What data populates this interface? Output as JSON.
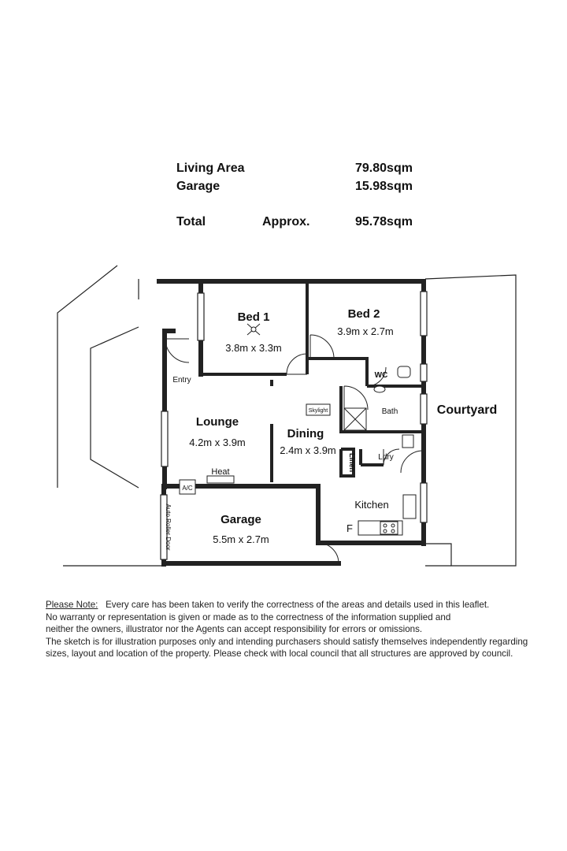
{
  "summary": {
    "living_label": "Living Area",
    "living_value": "79.80sqm",
    "garage_label": "Garage",
    "garage_value": "15.98sqm",
    "total_label": "Total",
    "approx_label": "Approx.",
    "total_value": "95.78sqm"
  },
  "rooms": {
    "bed1_name": "Bed 1",
    "bed1_size": "3.8m x 3.3m",
    "bed2_name": "Bed 2",
    "bed2_size": "3.9m x 2.7m",
    "lounge_name": "Lounge",
    "lounge_size": "4.2m x 3.9m",
    "dining_name": "Dining",
    "dining_size": "2.4m x 3.9m",
    "garage_name": "Garage",
    "garage_size": "5.5m x 2.7m",
    "kitchen_name": "Kitchen",
    "courtyard_name": "Courtyard",
    "entry": "Entry",
    "wc": "WC",
    "bath": "Bath",
    "linen": "Linen",
    "ldry": "Ldry",
    "heat": "Heat",
    "ac": "A/C",
    "skylight": "Skylight",
    "fridge": "F",
    "roller_door": "Auto Roller Door"
  },
  "note": {
    "label": "Please Note:",
    "line1": "Every care has been taken to verify the correctness of the areas and details used in this leaflet.",
    "line2": "No warranty or representation is given or made as to the correctness of the information supplied and",
    "line3": "neither the owners, illustrator nor the Agents can accept responsibility for errors or omissions.",
    "line4": "The sketch is for illustration purposes only and intending purchasers should satisfy themselves independently regarding",
    "line5": "sizes, layout and location of the property. Please check with local council that all structures are approved by council."
  }
}
